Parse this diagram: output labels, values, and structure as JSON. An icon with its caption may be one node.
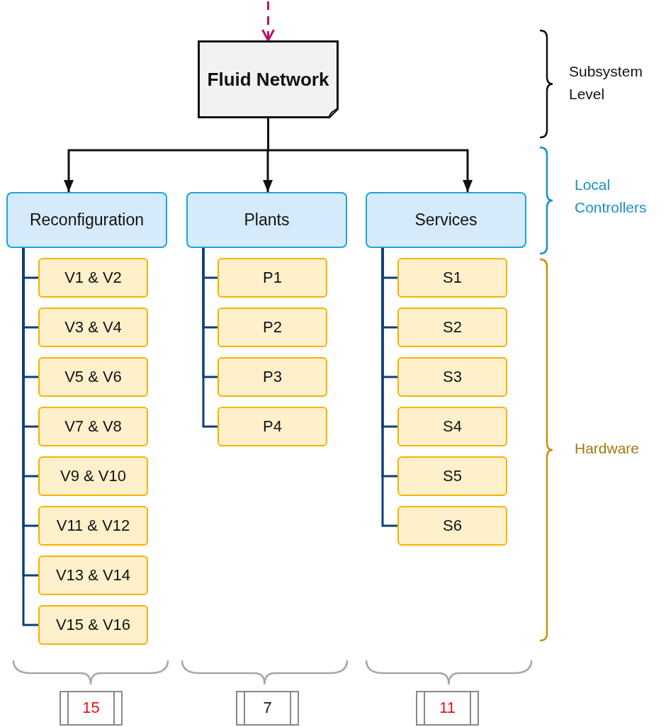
{
  "diagram": {
    "nodes": [
      {
        "text": [
          "Fluid Network"
        ]
      },
      {
        "text": [
          "Reconfiguration"
        ]
      },
      {
        "text": [
          "Plants"
        ]
      },
      {
        "text": [
          "Services"
        ]
      },
      {
        "text": [
          "V1 & V2"
        ]
      },
      {
        "text": [
          "V3 & V4"
        ]
      },
      {
        "text": [
          "V5 & V6"
        ]
      },
      {
        "text": [
          "V7 & V8"
        ]
      },
      {
        "text": [
          "V9 & V10"
        ]
      },
      {
        "text": [
          "V11 & V12"
        ]
      },
      {
        "text": [
          "V13 & V14"
        ]
      },
      {
        "text": [
          "V15 & V16"
        ]
      },
      {
        "text": [
          "P1"
        ]
      },
      {
        "text": [
          "P2"
        ]
      },
      {
        "text": [
          "P3"
        ]
      },
      {
        "text": [
          "P4"
        ]
      },
      {
        "text": [
          "S1"
        ]
      },
      {
        "text": [
          "S2"
        ]
      },
      {
        "text": [
          "S3"
        ]
      },
      {
        "text": [
          "S4"
        ]
      },
      {
        "text": [
          "S5"
        ]
      },
      {
        "text": [
          "S6"
        ]
      },
      {
        "text": [
          "15"
        ]
      },
      {
        "text": [
          "7"
        ]
      },
      {
        "text": [
          "11"
        ]
      }
    ],
    "edges": [
      {
        "from": null,
        "to": 0,
        "arrow": "to",
        "style": "dashed",
        "color": "#b5175f"
      },
      {
        "from": 0,
        "to": 1,
        "arrow": "to",
        "color": "#111111"
      },
      {
        "from": 0,
        "to": 2,
        "arrow": "to",
        "color": "#111111"
      },
      {
        "from": 0,
        "to": 3,
        "arrow": "to",
        "color": "#111111"
      },
      {
        "from": 1,
        "to": 4,
        "arrow": "none",
        "color": "#0f3f78"
      },
      {
        "from": 1,
        "to": 5,
        "arrow": "none",
        "color": "#0f3f78"
      },
      {
        "from": 1,
        "to": 6,
        "arrow": "none",
        "color": "#0f3f78"
      },
      {
        "from": 1,
        "to": 7,
        "arrow": "none",
        "color": "#0f3f78"
      },
      {
        "from": 1,
        "to": 8,
        "arrow": "none",
        "color": "#0f3f78"
      },
      {
        "from": 1,
        "to": 9,
        "arrow": "none",
        "color": "#0f3f78"
      },
      {
        "from": 1,
        "to": 10,
        "arrow": "none",
        "color": "#0f3f78"
      },
      {
        "from": 1,
        "to": 11,
        "arrow": "none",
        "color": "#0f3f78"
      },
      {
        "from": 2,
        "to": 12,
        "arrow": "none",
        "color": "#0f3f78"
      },
      {
        "from": 2,
        "to": 13,
        "arrow": "none",
        "color": "#0f3f78"
      },
      {
        "from": 2,
        "to": 14,
        "arrow": "none",
        "color": "#0f3f78"
      },
      {
        "from": 2,
        "to": 15,
        "arrow": "none",
        "color": "#0f3f78"
      },
      {
        "from": 3,
        "to": 16,
        "arrow": "none",
        "color": "#0f3f78"
      },
      {
        "from": 3,
        "to": 17,
        "arrow": "none",
        "color": "#0f3f78"
      },
      {
        "from": 3,
        "to": 18,
        "arrow": "none",
        "color": "#0f3f78"
      },
      {
        "from": 3,
        "to": 19,
        "arrow": "none",
        "color": "#0f3f78"
      },
      {
        "from": 3,
        "to": 20,
        "arrow": "none",
        "color": "#0f3f78"
      },
      {
        "from": 3,
        "to": 21,
        "arrow": "none",
        "color": "#0f3f78"
      }
    ],
    "labels": [
      "Subsystem Level",
      "Local Controllers",
      "Hardware"
    ]
  }
}
